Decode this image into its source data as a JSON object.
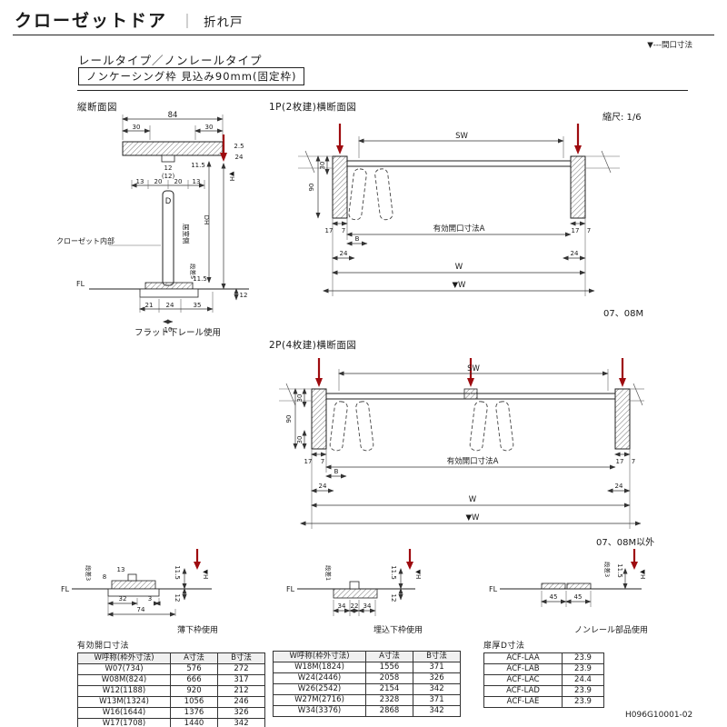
{
  "header": {
    "title": "クローゼットドア",
    "divider": "｜",
    "subtitle": "折れ戸",
    "legend_note": "▼---間口寸法"
  },
  "subheader": {
    "line1": "レールタイプ／ノンレールタイプ",
    "line2": "ノンケーシング枠 見込み90mm(固定枠)"
  },
  "scale_note": "縮尺: 1/6",
  "colors": {
    "accent_red": "#9e0b0f",
    "line": "#222222"
  },
  "vertical_section": {
    "title": "縦断面図",
    "caption": "フラット下レール使用",
    "labels": {
      "w84": "84",
      "w30l": "30",
      "w30r": "30",
      "t25": "2.5",
      "t24": "24",
      "g12": "12",
      "g12p": "(12)",
      "r13l": "13",
      "r20l": "20",
      "r20r": "20",
      "r13r": "13",
      "h115t": "11.5",
      "door_d": "D",
      "dh": "DH",
      "h_mark": "▼H",
      "closet": "クローゼット内部",
      "room": "居室側",
      "step": "段差5",
      "h115b": "11.5",
      "fl": "FL",
      "b21": "21",
      "b24": "24",
      "b35": "35",
      "b10": "10",
      "r12": "12"
    }
  },
  "section_1p": {
    "title": "1P(2枚建)横断面図",
    "note": "07、08M",
    "labels": {
      "sw": "SW",
      "d90": "90",
      "d30": "30",
      "l17": "17",
      "l7": "7",
      "lb": "B",
      "l24": "24",
      "opening": "有効開口寸法A",
      "r17": "17",
      "r7": "7",
      "r24": "24",
      "w": "W",
      "w_mark": "▼W"
    }
  },
  "section_2p": {
    "title": "2P(4枚建)横断面図",
    "note": "07、08M以外",
    "labels": {
      "sw": "SW",
      "d30t": "30",
      "d90": "90",
      "d30b": "30",
      "l17": "17",
      "l7": "7",
      "lb": "B",
      "l24": "24",
      "opening": "有効開口寸法A",
      "r17": "17",
      "r7": "7",
      "r24": "24",
      "w": "W",
      "w_mark": "▼W"
    }
  },
  "details": [
    {
      "caption": "薄下枠使用",
      "labels": {
        "fl": "FL",
        "step": "段差3",
        "n8": "8",
        "n13": "13",
        "n115": "11.5",
        "n12": "12",
        "h_mark": "▼H",
        "n32": "32",
        "n3": "3",
        "n74": "74"
      }
    },
    {
      "caption": "埋込下枠使用",
      "labels": {
        "fl": "FL",
        "step": "段差1",
        "n34a": "34",
        "n22": "22",
        "n34b": "34",
        "n115": "11.5",
        "n12": "12",
        "h_mark": "▼H"
      }
    },
    {
      "caption": "ノンレール部品使用",
      "labels": {
        "fl": "FL",
        "step": "段差3",
        "n45a": "45",
        "n45b": "45",
        "n115": "11.5",
        "h_mark": "▼H"
      }
    }
  ],
  "tables": {
    "opening1": {
      "title": "有効開口寸法",
      "headers": [
        "W呼称(枠外寸法)",
        "A寸法",
        "B寸法"
      ],
      "rows": [
        [
          "W07(734)",
          "576",
          "272"
        ],
        [
          "W08M(824)",
          "666",
          "317"
        ],
        [
          "W12(1188)",
          "920",
          "212"
        ],
        [
          "W13M(1324)",
          "1056",
          "246"
        ],
        [
          "W16(1644)",
          "1376",
          "326"
        ],
        [
          "W17(1708)",
          "1440",
          "342"
        ]
      ]
    },
    "opening2": {
      "headers": [
        "W呼称(枠外寸法)",
        "A寸法",
        "B寸法"
      ],
      "rows": [
        [
          "W18M(1824)",
          "1556",
          "371"
        ],
        [
          "W24(2446)",
          "2058",
          "326"
        ],
        [
          "W26(2542)",
          "2154",
          "342"
        ],
        [
          "W27M(2716)",
          "2328",
          "371"
        ],
        [
          "W34(3376)",
          "2868",
          "342"
        ]
      ]
    },
    "door_thickness": {
      "title": "扉厚D寸法",
      "rows": [
        [
          "ACF-LAA",
          "23.9"
        ],
        [
          "ACF-LAB",
          "23.9"
        ],
        [
          "ACF-LAC",
          "24.4"
        ],
        [
          "ACF-LAD",
          "23.9"
        ],
        [
          "ACF-LAE",
          "23.9"
        ]
      ]
    }
  },
  "footer": {
    "doc_number": "H096G10001-02"
  }
}
